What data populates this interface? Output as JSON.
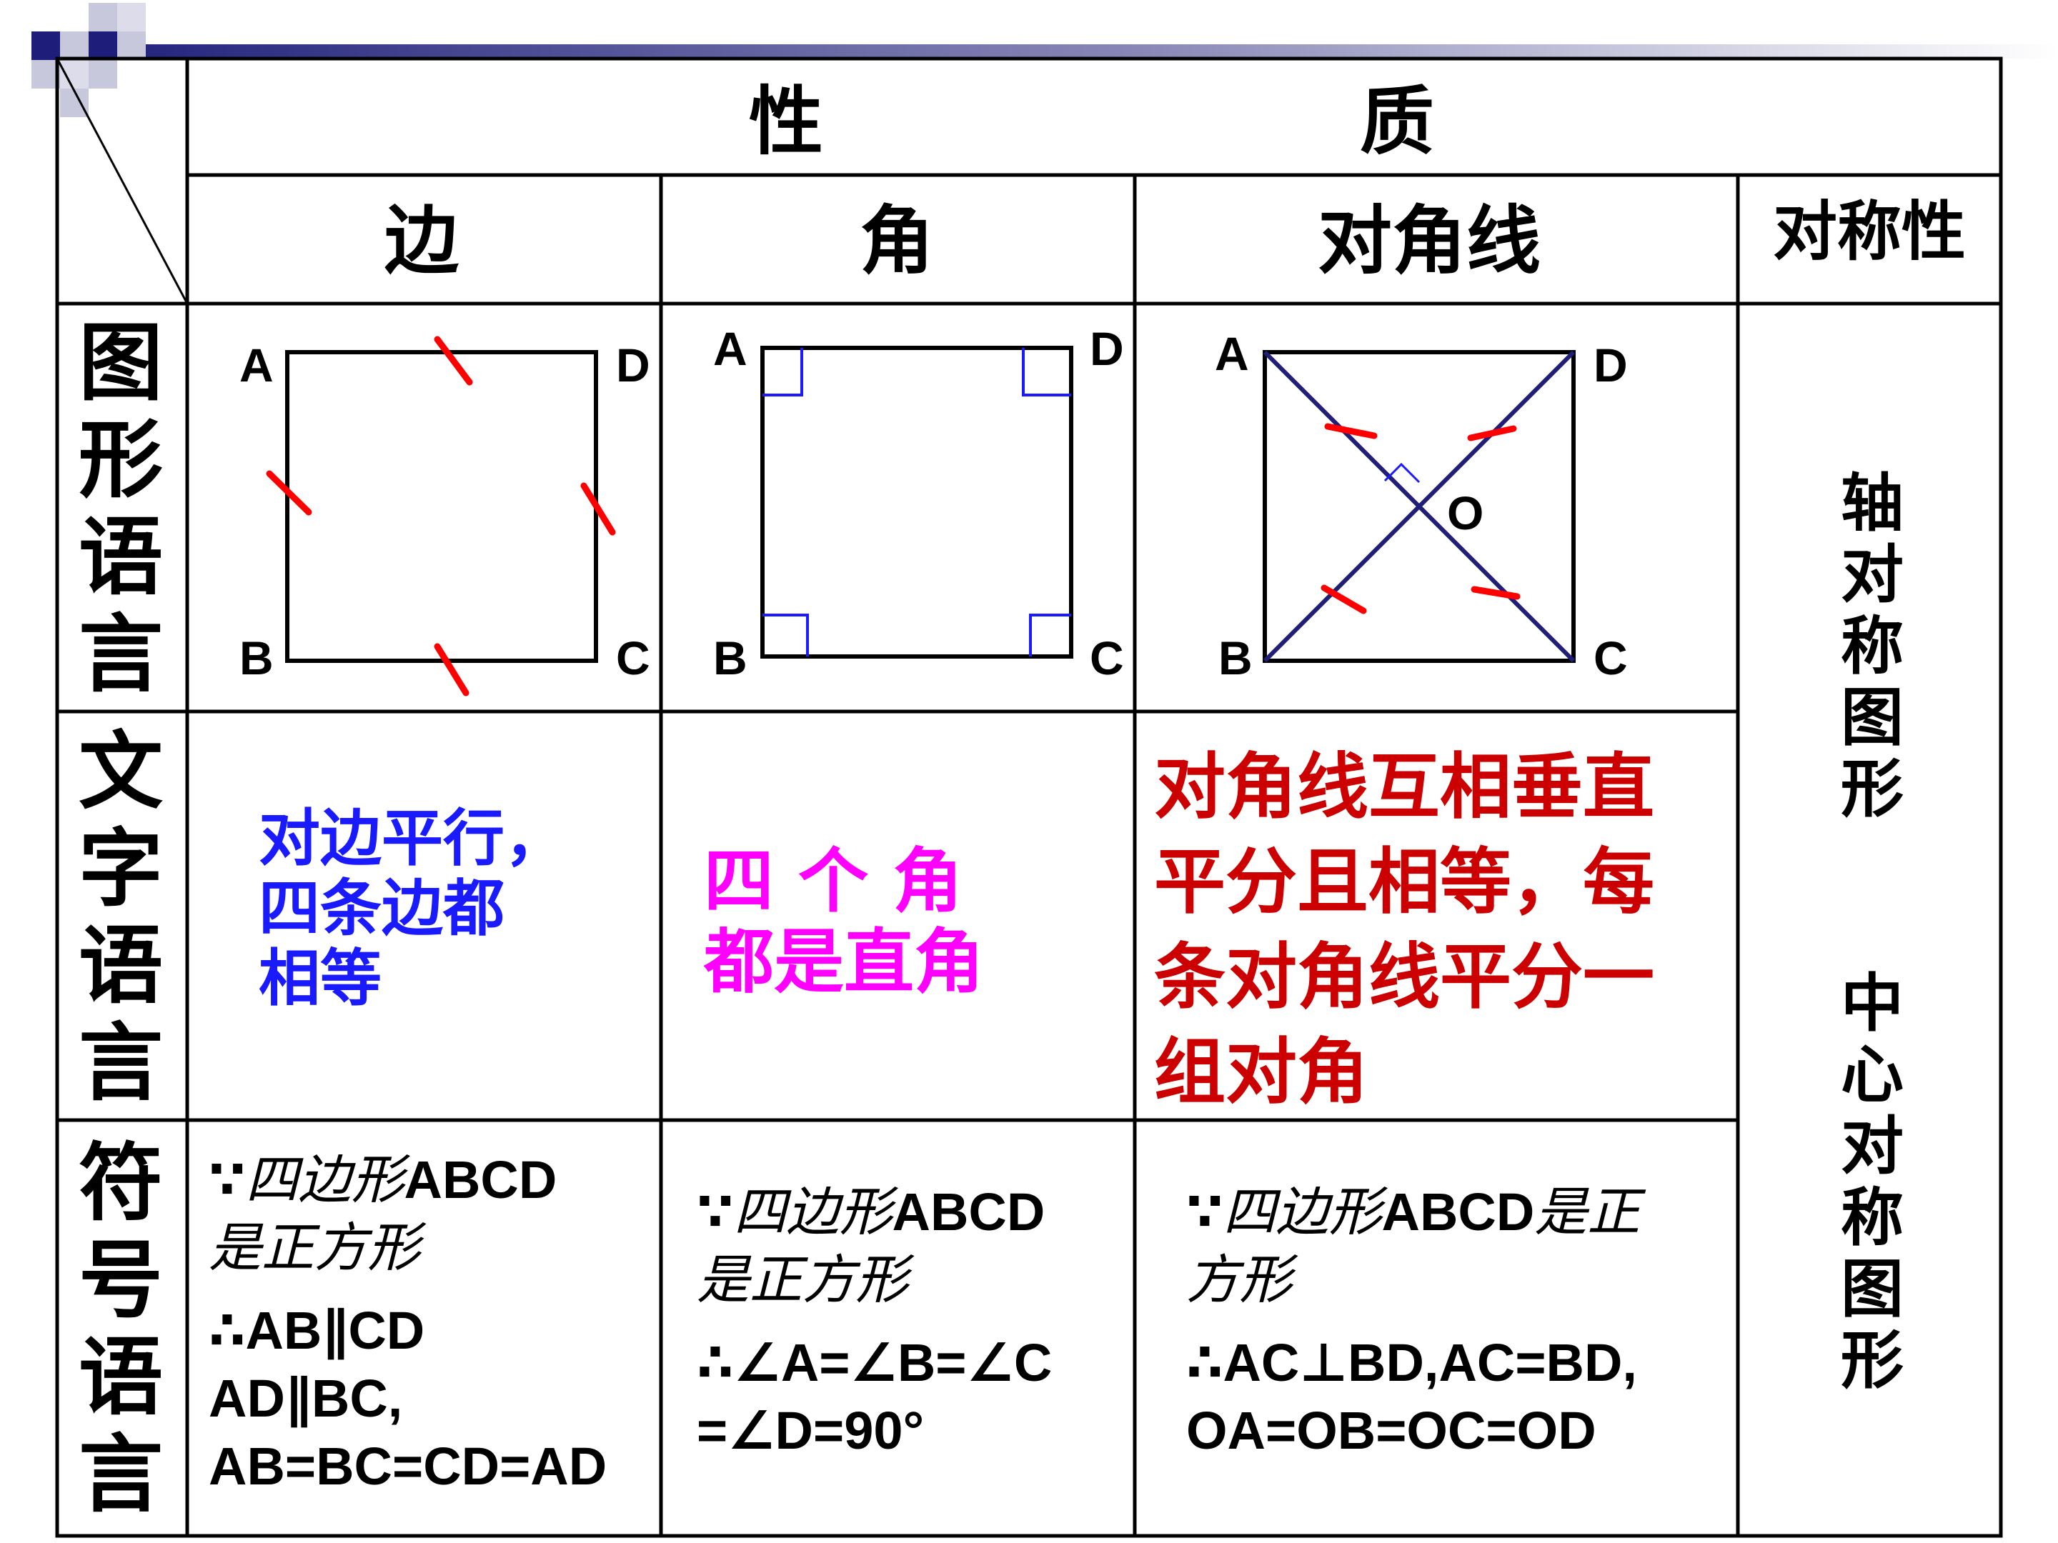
{
  "header": {
    "properties_a": "性",
    "properties_b": "质",
    "col_sides": "边",
    "col_angles": "角",
    "col_diagonals": "对角线",
    "col_symmetry": "对称性"
  },
  "rows": {
    "graphic": [
      "图",
      "形",
      "语",
      "言"
    ],
    "verbal": [
      "文",
      "字",
      "语",
      "言"
    ],
    "symbolic": [
      "符",
      "号",
      "语",
      "言"
    ]
  },
  "symmetry": {
    "axial": [
      "轴",
      "对",
      "称",
      "图",
      "形"
    ],
    "central": [
      "中",
      "心",
      "对",
      "称",
      "图",
      "形"
    ]
  },
  "figures": {
    "side": {
      "A": "A",
      "B": "B",
      "C": "C",
      "D": "D"
    },
    "angle": {
      "A": "A",
      "B": "B",
      "C": "C",
      "D": "D"
    },
    "diagonal": {
      "A": "A",
      "B": "B",
      "C": "C",
      "D": "D",
      "O": "O"
    }
  },
  "verbal": {
    "sides": [
      "对边平行，",
      "四条边都",
      "相等"
    ],
    "angles": [
      "四 个 角",
      "都是直角"
    ],
    "diagonals": [
      "对角线互相垂直",
      "平分且相等，每",
      "条对角线平分一",
      "组对角"
    ]
  },
  "symbolic": {
    "sides": {
      "because": "∵",
      "given_a": "四边形",
      "given_b": "ABCD",
      "given_c": "是正方形",
      "l1": "∴AB∥CD",
      "l2": "AD∥BC,",
      "l3": "AB=BC=CD=AD"
    },
    "angles": {
      "because": "∵",
      "given_a": "四边形",
      "given_b": "ABCD",
      "given_c": "是正方形",
      "l1": "∴∠A=∠B=∠C",
      "l2": "=∠D=90°"
    },
    "diagonals": {
      "because": "∵",
      "given_a": "四边形",
      "given_b": "ABCD",
      "given_c": "是正",
      "given_d": "方形",
      "l1": "∴AC⊥BD,AC=BD,",
      "l2": "OA=OB=OC=OD"
    }
  },
  "colors": {
    "banner_dark": "#1e1e7a",
    "banner_light": "#c8c8dc",
    "tick_red": "#ff0000",
    "right_angle_blue": "#1a1aff",
    "diagonal_navy": "#1f1f7a",
    "text_blue": "#1a1aff",
    "text_magenta": "#ff00ff",
    "text_red": "#cc0000"
  }
}
